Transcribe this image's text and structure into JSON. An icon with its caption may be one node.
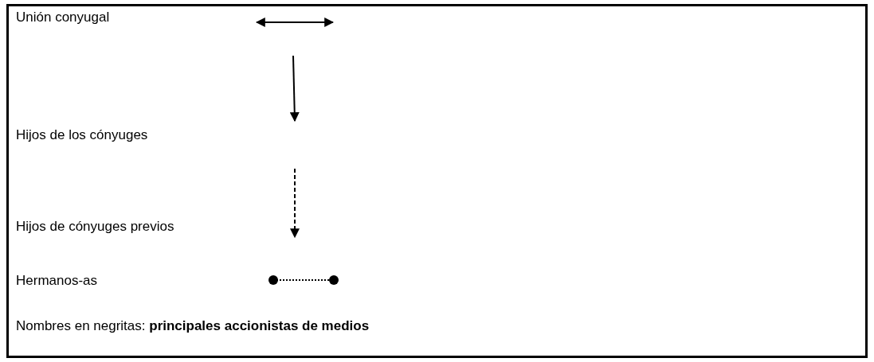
{
  "diagram": {
    "legend": [
      {
        "text": "Unión conyugal"
      },
      {
        "text": "Hijos de los cónyuges"
      },
      {
        "text": "Hijos de cónyuges previos"
      },
      {
        "text": "Hermanos-as"
      }
    ],
    "labels": [
      "Nombres en negritas: **principales accionistas de medios**"
    ]
  }
}
